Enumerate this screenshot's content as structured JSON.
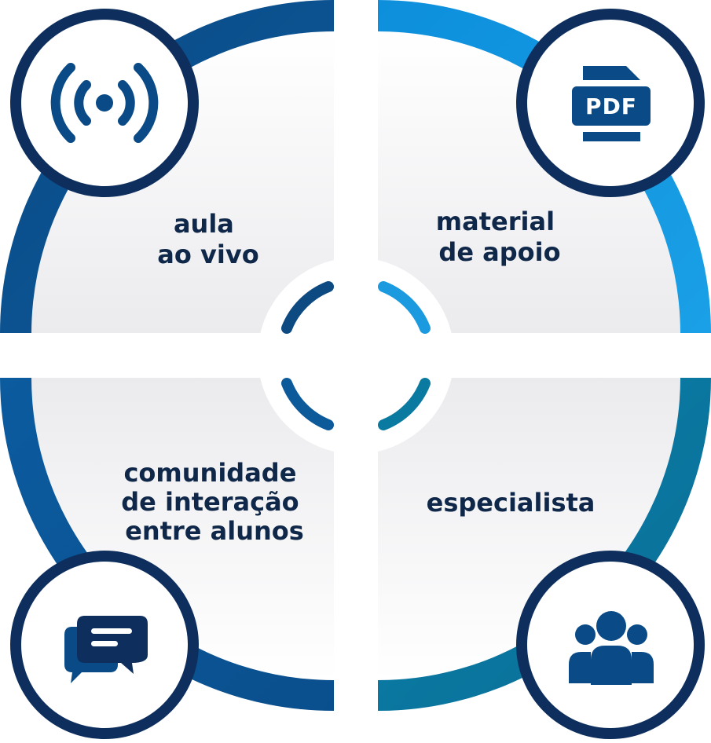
{
  "quadrants": [
    {
      "id": "live",
      "label_lines": [
        "aula",
        "ao vivo"
      ],
      "icon": "broadcast-icon",
      "color": "#0a5592"
    },
    {
      "id": "material",
      "label_lines": [
        "material",
        "de apoio"
      ],
      "icon": "pdf-file-icon",
      "icon_text": "PDF",
      "color": "#1597de"
    },
    {
      "id": "community",
      "label_lines": [
        "comunidade",
        "de interação",
        "entre alunos"
      ],
      "icon": "chat-bubbles-icon",
      "color": "#0d5a9a"
    },
    {
      "id": "specialist",
      "label_lines": [
        "especialista"
      ],
      "icon": "group-users-icon",
      "color": "#0a7aa0"
    }
  ],
  "colors": {
    "dark_navy": "#0e2f5e",
    "text": "#0f2748",
    "panel": "#f2f2f4",
    "white": "#ffffff"
  }
}
